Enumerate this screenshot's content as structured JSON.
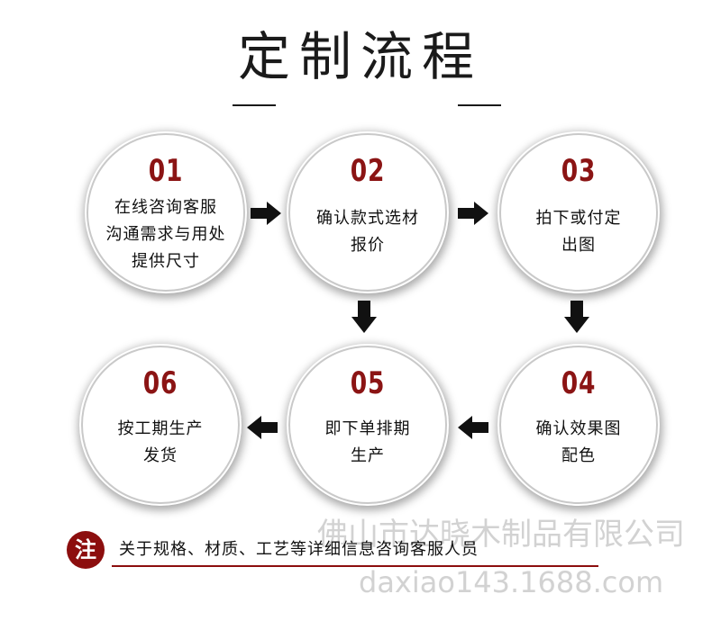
{
  "title": "定制流程",
  "colors": {
    "accent": "#8b1414",
    "text": "#111111",
    "arrow": "#111111"
  },
  "steps": [
    {
      "num": "01",
      "lines": [
        "在线咨询客服",
        "沟通需求与用处",
        "提供尺寸"
      ]
    },
    {
      "num": "02",
      "lines": [
        "确认款式选材",
        "报价"
      ]
    },
    {
      "num": "03",
      "lines": [
        "拍下或付定",
        "出图"
      ]
    },
    {
      "num": "04",
      "lines": [
        "确认效果图",
        "配色"
      ]
    },
    {
      "num": "05",
      "lines": [
        "即下单排期",
        "生产"
      ]
    },
    {
      "num": "06",
      "lines": [
        "按工期生产",
        "发货"
      ]
    }
  ],
  "note": {
    "badge": "注",
    "text": "关于规格、材质、工艺等详细信息咨询客服人员"
  },
  "watermark": {
    "company": "佛山市达晓木制品有限公司",
    "site": "daxiao143.1688.com"
  }
}
